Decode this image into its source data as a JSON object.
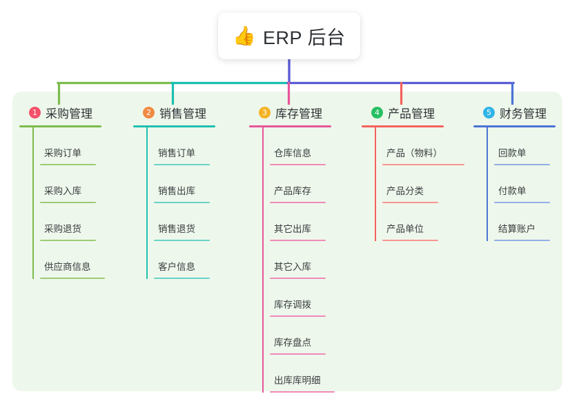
{
  "diagram": {
    "type": "org-chart-mindmap",
    "root": {
      "icon": "thumbs-up-icon",
      "emoji": "👍",
      "title": "ERP 后台"
    },
    "panel_background": "#eef7eb",
    "page_background": "#ffffff",
    "center_stem_color": "#5b5bd6",
    "branches": [
      {
        "index": "1",
        "badge_label": "1",
        "badge_color": "#f4506a",
        "title": "采购管理",
        "line_color": "#7cbb4e",
        "bus_color": "#7cbb4e",
        "items": [
          {
            "label": "采购订单"
          },
          {
            "label": "采购入库"
          },
          {
            "label": "采购退货"
          },
          {
            "label": "供应商信息"
          }
        ]
      },
      {
        "index": "2",
        "badge_label": "2",
        "badge_color": "#f08a43",
        "title": "销售管理",
        "line_color": "#1fc0ae",
        "bus_color": "#19bfae",
        "items": [
          {
            "label": "销售订单"
          },
          {
            "label": "销售出库"
          },
          {
            "label": "销售退货"
          },
          {
            "label": "客户信息"
          }
        ]
      },
      {
        "index": "3",
        "badge_label": "3",
        "badge_color": "#f5b324",
        "title": "库存管理",
        "line_color": "#e8559b",
        "bus_color": "#e8559b",
        "items": [
          {
            "label": "仓库信息"
          },
          {
            "label": "产品库存"
          },
          {
            "label": "其它出库"
          },
          {
            "label": "其它入库"
          },
          {
            "label": "库存调拨"
          },
          {
            "label": "库存盘点"
          },
          {
            "label": "出库库明细"
          }
        ]
      },
      {
        "index": "4",
        "badge_label": "4",
        "badge_color": "#27bf63",
        "title": "产品管理",
        "line_color": "#f4615d",
        "bus_color": "#f4615d",
        "items": [
          {
            "label": "产品（物料）"
          },
          {
            "label": "产品分类"
          },
          {
            "label": "产品单位"
          }
        ]
      },
      {
        "index": "5",
        "badge_label": "5",
        "badge_color": "#2fb4e8",
        "title": "财务管理",
        "line_color": "#4a72d6",
        "bus_color": "#4a72d6",
        "items": [
          {
            "label": "回款单"
          },
          {
            "label": "付款单"
          },
          {
            "label": "结算账户"
          }
        ]
      }
    ]
  }
}
